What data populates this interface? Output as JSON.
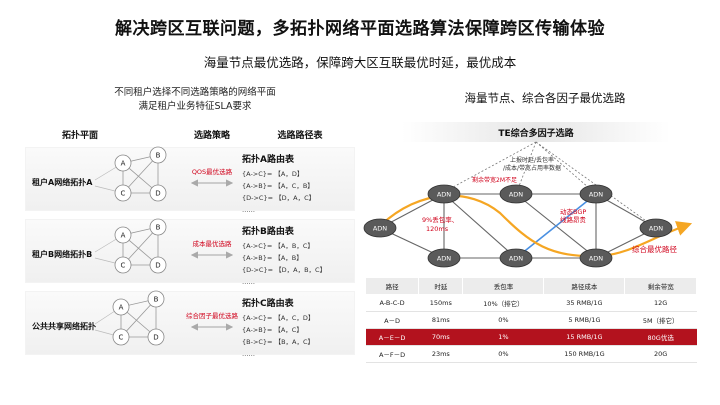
{
  "title": "解决跨区互联问题，多拓扑网络平面选路算法保障跨区传输体验",
  "subtitle": "海量节点最优选路，保障跨大区互联最优时延，最优成本",
  "left": {
    "intro_line1": "不同租户选择不同选路策略的网络平面",
    "intro_line2": "满足租户业务特征SLA要求",
    "col_topology": "拓扑平面",
    "col_strategy": "选路策略",
    "col_routes": "选路路径表",
    "rows": [
      {
        "tenant": "租户A网络拓扑A",
        "strategy": "QOS最优选路",
        "table_title": "拓扑A路由表",
        "routes": [
          "{A->C}= 【A，D】",
          "{A->B}= 【A，C，B】",
          "{D->C}= 【D，A，C】",
          "……"
        ]
      },
      {
        "tenant": "租户B网络拓扑B",
        "strategy": "成本最优选路",
        "table_title": "拓扑B路由表",
        "routes": [
          "{A->C}= 【A，B，C】",
          "{A->B}= 【A，B】",
          "{D->C}= 【D，A，B，C】",
          "……"
        ]
      },
      {
        "tenant": "公共共享网络拓扑",
        "strategy": "综合因子最优选路",
        "table_title": "拓扑C路由表",
        "routes": [
          "{A->C}= 【A，C，D】",
          "{A->B}= 【A，C】",
          "{B->C}= 【B，A，C】",
          "……"
        ]
      }
    ],
    "node_labels": [
      "A",
      "B",
      "C",
      "D"
    ]
  },
  "right": {
    "panel_title": "海量节点、综合各因子最优选路",
    "te_title": "TE综合多因子选路",
    "te_sub1": "上报时延/丢包率",
    "te_sub2": "/成本/带宽占用率数据",
    "remaining_bw": "剩余带宽2M不足",
    "loss_label": "9%丢包率、",
    "latency_label": "120ms",
    "bgp_label1": "动态BGP",
    "bgp_label2": "线路昂贵",
    "optimal_label": "综合最优路径",
    "node_label": "ADN",
    "table": {
      "headers": [
        "路径",
        "时延",
        "丢包率",
        "路径成本",
        "剩余带宽"
      ],
      "rows": [
        {
          "path": "A-B-C-D",
          "latency": "150ms",
          "loss": "10%（排它）",
          "cost": "35 RMB/1G",
          "bw": "12G",
          "highlight": false,
          "loss_red": true,
          "bw_red": false
        },
        {
          "path": "A－D",
          "latency": "81ms",
          "loss": "0%",
          "cost": "5 RMB/1G",
          "bw": "5M（排它）",
          "highlight": false,
          "loss_red": false,
          "bw_red": true
        },
        {
          "path": "A－E－D",
          "latency": "70ms",
          "loss": "1%",
          "cost": "15 RMB/1G",
          "bw": "80G优选",
          "highlight": true,
          "loss_red": false,
          "bw_red": false
        },
        {
          "path": "A－F－D",
          "latency": "23ms",
          "loss": "0%",
          "cost": "150 RMB/1G",
          "bw": "20G",
          "highlight": false,
          "loss_red": false,
          "bw_red": false
        }
      ]
    }
  },
  "colors": {
    "accent_red": "#d0021b",
    "highlight_row": "#b3121e",
    "path_orange": "#f5a623",
    "link_blue": "#4a90e2",
    "node_fill": "#5a5a5a"
  }
}
